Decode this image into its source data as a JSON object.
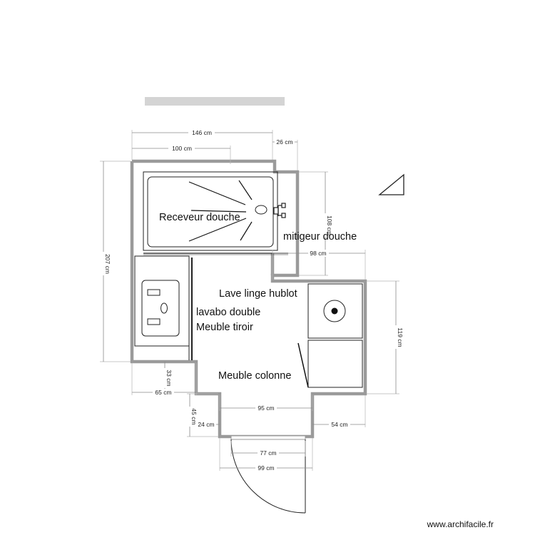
{
  "labels": {
    "shower": "Receveur douche",
    "mixer": "mitigeur douche",
    "washer": "Lave linge hublot",
    "sink": "lavabo double",
    "drawer": "Meuble tiroir",
    "column": "Meuble colonne"
  },
  "dimensions": {
    "top_width": "146 cm",
    "shower_width": "100 cm",
    "right_offset": "26 cm",
    "left_height": "207 cm",
    "shower_height": "108 cm",
    "upper_right": "98 cm",
    "right_height": "119 cm",
    "sink_gap": "33 cm",
    "left_width": "65 cm",
    "corridor_width": "95 cm",
    "corridor_depth": "45 cm",
    "door_left": "24 cm",
    "right_bottom": "54 cm",
    "door_opening": "77 cm",
    "door_overall": "99 cm"
  },
  "footer": "www.archifacile.fr"
}
